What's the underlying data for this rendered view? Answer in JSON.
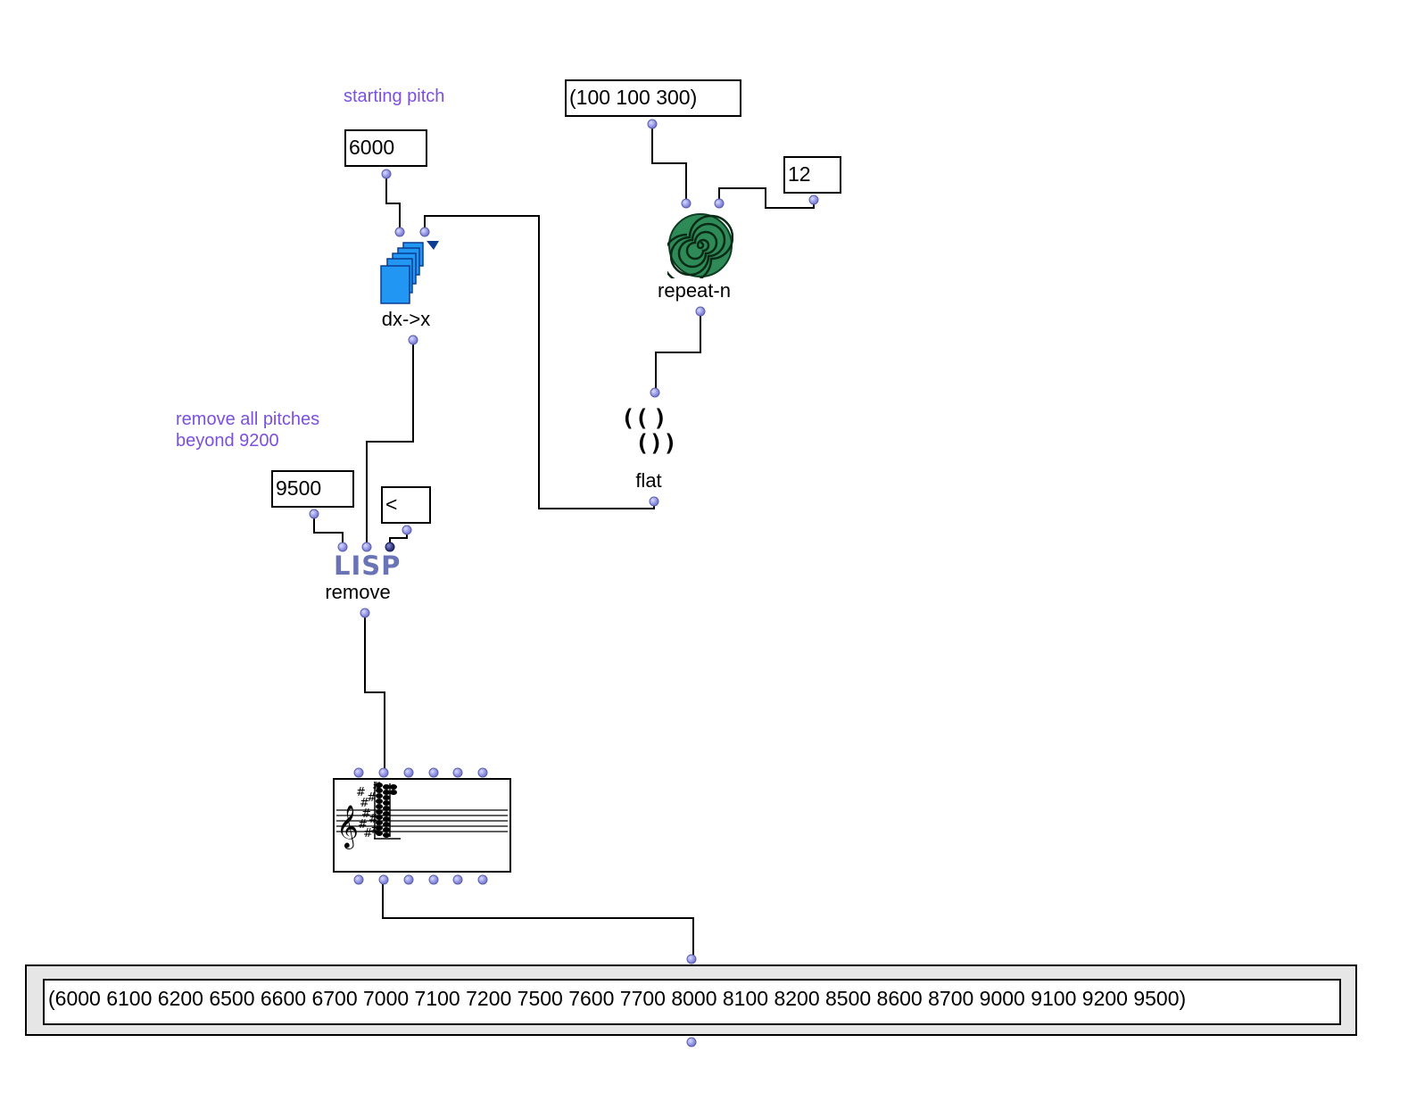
{
  "comments": {
    "starting_pitch": "starting pitch",
    "remove_note": "remove all pitches\nbeyond 9200"
  },
  "boxes": {
    "start_value": "6000",
    "list_value": "(100 100 300)",
    "repeat_count": "12",
    "threshold": "9500",
    "comparator": "<"
  },
  "functions": {
    "dx_to_x": "dx->x",
    "repeat_n": "repeat-n",
    "flat": "flat",
    "lisp_icon_text": "LISP",
    "remove": "remove"
  },
  "output": {
    "result": "(6000 6100 6200 6500 6600 6700 7000 7100 7200 7500 7600 7700 8000 8100 8200 8500 8600 8700 9000 9100 9200 9500)"
  },
  "colors": {
    "comment": "#7b4fe0",
    "port": "#8c8fe0",
    "dx_icon": "#1e90ff",
    "spiral": "#2e8b57"
  },
  "icons": [
    "dx-x-icon",
    "spiral-icon",
    "flat-brackets-icon",
    "lisp-icon",
    "treble-clef-icon"
  ]
}
